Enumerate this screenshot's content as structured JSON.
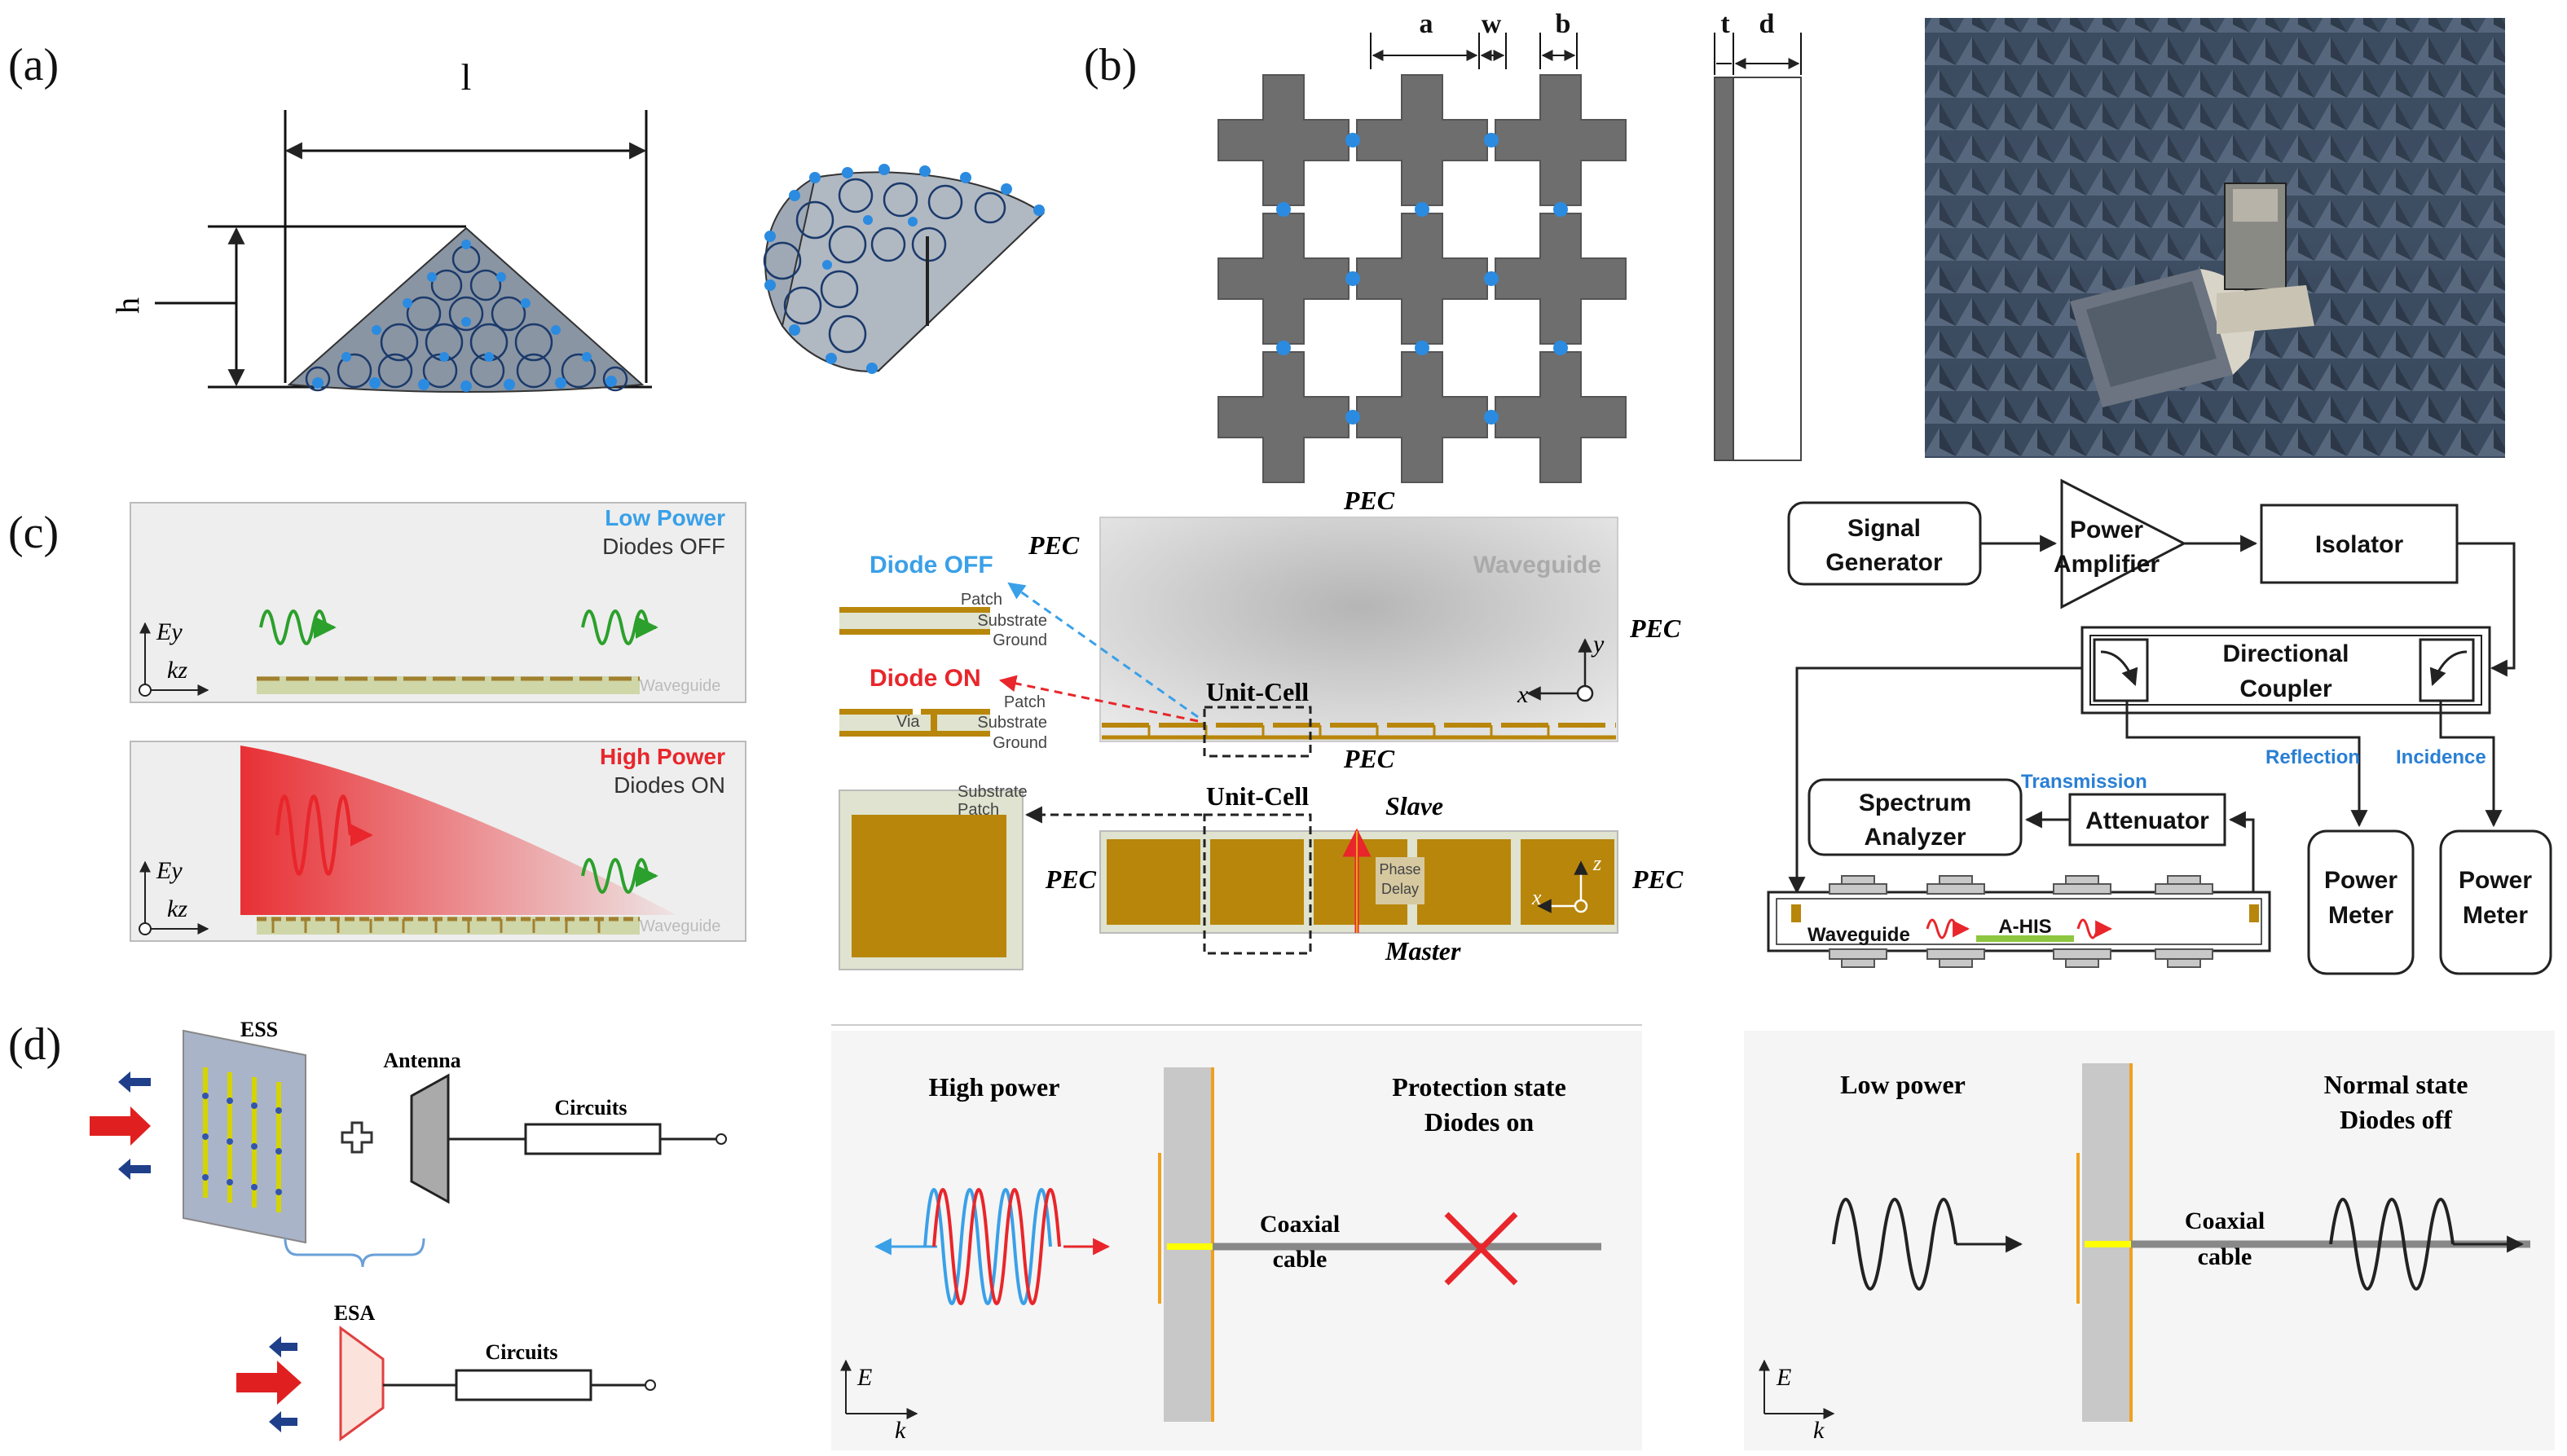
{
  "panel_labels": {
    "a": "(a)",
    "b": "(b)",
    "c": "(c)",
    "d": "(d)"
  },
  "panel_a": {
    "dim_l": "l",
    "dim_h": "h"
  },
  "panel_b": {
    "dim_a": "a",
    "dim_w": "w",
    "dim_b": "b",
    "dim_t": "t",
    "dim_d": "d"
  },
  "panel_c": {
    "low_power": "Low Power",
    "diodes_off": "Diodes OFF",
    "high_power": "High Power",
    "diodes_on": "Diodes ON",
    "waveguide_small": "Waveguide",
    "axis_ey": "Ey",
    "axis_kz": "kz",
    "pec": "PEC",
    "waveguide": "Waveguide",
    "diode_off": "Diode OFF",
    "diode_on": "Diode ON",
    "patch": "Patch",
    "substrate": "Substrate",
    "ground": "Ground",
    "via": "Via",
    "unit_cell": "Unit-Cell",
    "slave": "Slave",
    "master": "Master",
    "phase_delay": [
      "Phase",
      "Delay"
    ],
    "axis_x": "x",
    "axis_y": "y",
    "axis_z": "z",
    "signal_generator": [
      "Signal",
      "Generator"
    ],
    "power_amplifier": [
      "Power",
      "Amplifier"
    ],
    "isolator": "Isolator",
    "directional_coupler": [
      "Directional",
      "Coupler"
    ],
    "transmission": "Transmission",
    "reflection": "Reflection",
    "incidence": "Incidence",
    "spectrum_analyzer": [
      "Spectrum",
      "Analyzer"
    ],
    "attenuator": "Attenuator",
    "power_meter": [
      "Power",
      "Meter"
    ],
    "ahis": "A-HIS"
  },
  "panel_d": {
    "ess": "ESS",
    "antenna": "Antenna",
    "circuits": "Circuits",
    "esa": "ESA",
    "high_power": "High power",
    "protection_state": [
      "Protection state",
      "Diodes on"
    ],
    "coaxial_cable": [
      "Coaxial",
      "cable"
    ],
    "low_power": "Low power",
    "normal_state": [
      "Normal state",
      "Diodes off"
    ],
    "axis_e": "E",
    "axis_k": "k"
  },
  "colors": {
    "gold": "#b8860b",
    "grey": "#808080",
    "blue": "#3aa0e8",
    "red": "#e8262b",
    "green": "#2ca02c",
    "navy": "#1f3f8a"
  }
}
